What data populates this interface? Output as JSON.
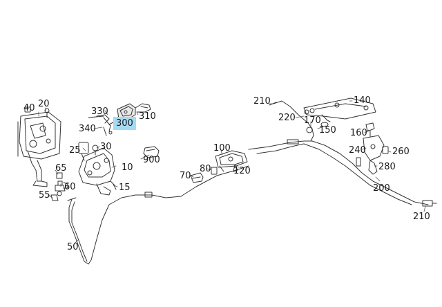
{
  "diagram": {
    "highlight_color": "#a6d9f2",
    "line_color": "#333333",
    "labels": [
      {
        "id": "p20",
        "text": "20"
      },
      {
        "id": "p40",
        "text": "40"
      },
      {
        "id": "p330",
        "text": "330"
      },
      {
        "id": "p300",
        "text": "300",
        "highlighted": true
      },
      {
        "id": "p310",
        "text": "310"
      },
      {
        "id": "p340",
        "text": "340"
      },
      {
        "id": "p25",
        "text": "25"
      },
      {
        "id": "p30",
        "text": "30"
      },
      {
        "id": "p10",
        "text": "10"
      },
      {
        "id": "p900",
        "text": "900"
      },
      {
        "id": "p65",
        "text": "65"
      },
      {
        "id": "p60",
        "text": "60"
      },
      {
        "id": "p55",
        "text": "55"
      },
      {
        "id": "p15",
        "text": "15"
      },
      {
        "id": "p50",
        "text": "50"
      },
      {
        "id": "p70",
        "text": "70"
      },
      {
        "id": "p80",
        "text": "80"
      },
      {
        "id": "p100",
        "text": "100"
      },
      {
        "id": "p120",
        "text": "120"
      },
      {
        "id": "p210a",
        "text": "210"
      },
      {
        "id": "p220",
        "text": "220"
      },
      {
        "id": "p170",
        "text": "170"
      },
      {
        "id": "p150",
        "text": "150"
      },
      {
        "id": "p140",
        "text": "140"
      },
      {
        "id": "p160",
        "text": "160"
      },
      {
        "id": "p240",
        "text": "240"
      },
      {
        "id": "p260",
        "text": "260"
      },
      {
        "id": "p280",
        "text": "280"
      },
      {
        "id": "p200",
        "text": "200"
      },
      {
        "id": "p210b",
        "text": "210"
      }
    ]
  }
}
